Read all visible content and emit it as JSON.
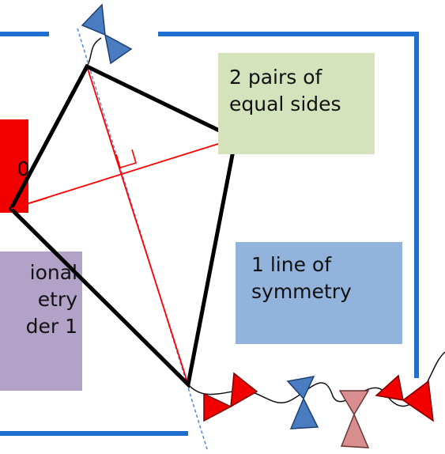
{
  "labels": {
    "equal_sides": [
      "2 pairs of",
      "equal sides"
    ],
    "line_symmetry": [
      "1 line of",
      "symmetry"
    ],
    "rotational_symmetry": [
      "ional",
      "etry",
      "der 1"
    ],
    "angle": "0°"
  },
  "colors": {
    "frame": "#1f6fd0",
    "kite_outline": "#000000",
    "diagonal": "#ff0000",
    "symmetry_line": "#5b8fd6",
    "bow_blue": "#4a7cc2",
    "bow_red": "#f20000",
    "bow_pink": "#d88e8e",
    "box_green": "#d5e3bd",
    "box_blue": "#92b4dc",
    "box_purple": "#b3a2c8",
    "box_red": "#f20000"
  },
  "icons": [
    "bow-icon",
    "right-angle-icon",
    "kite-string"
  ]
}
